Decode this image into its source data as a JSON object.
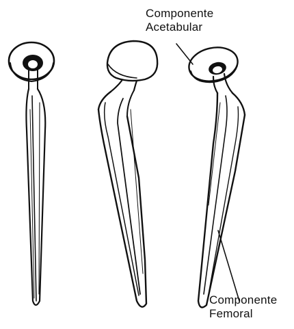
{
  "labels": {
    "acetabular": {
      "line1": "Componente",
      "line2": "Acetabular"
    },
    "femoral": {
      "line1": "Componente",
      "line2": "Femoral"
    }
  },
  "colors": {
    "ink": "#111111",
    "paper": "#ffffff"
  }
}
